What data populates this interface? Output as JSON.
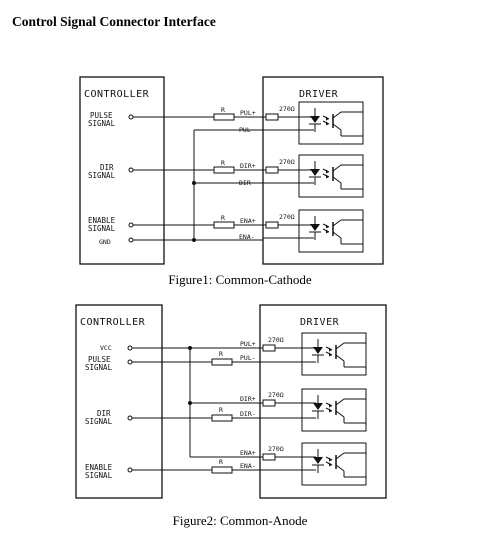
{
  "title": "Control Signal Connector Interface",
  "figure1": {
    "caption": "Figure1: Common-Cathode",
    "controller_label": "CONTROLLER",
    "driver_label": "DRIVER",
    "pulse_line1": "PULSE",
    "pulse_line2": "SIGNAL",
    "dir_line1": "DIR",
    "dir_line2": "SIGNAL",
    "enable_line1": "ENABLE",
    "enable_line2": "SIGNAL",
    "gnd": "GND",
    "resistor": "R",
    "pul_plus": "PUL+",
    "pul_minus": "PUL-",
    "dir_plus": "DIR+",
    "dir_minus": "DIR-",
    "ena_plus": "ENA+",
    "ena_minus": "ENA-",
    "ohm": "270Ω"
  },
  "figure2": {
    "caption": "Figure2: Common-Anode",
    "controller_label": "CONTROLLER",
    "driver_label": "DRIVER",
    "vcc": "VCC",
    "pulse_line1": "PULSE",
    "pulse_line2": "SIGNAL",
    "dir_line1": "DIR",
    "dir_line2": "SIGNAL",
    "enable_line1": "ENABLE",
    "enable_line2": "SIGNAL",
    "resistor": "R",
    "pul_plus": "PUL+",
    "pul_minus": "PUL-",
    "dir_plus": "DIR+",
    "dir_minus": "DIR-",
    "ena_plus": "ENA+",
    "ena_minus": "ENA-",
    "ohm": "270Ω"
  }
}
